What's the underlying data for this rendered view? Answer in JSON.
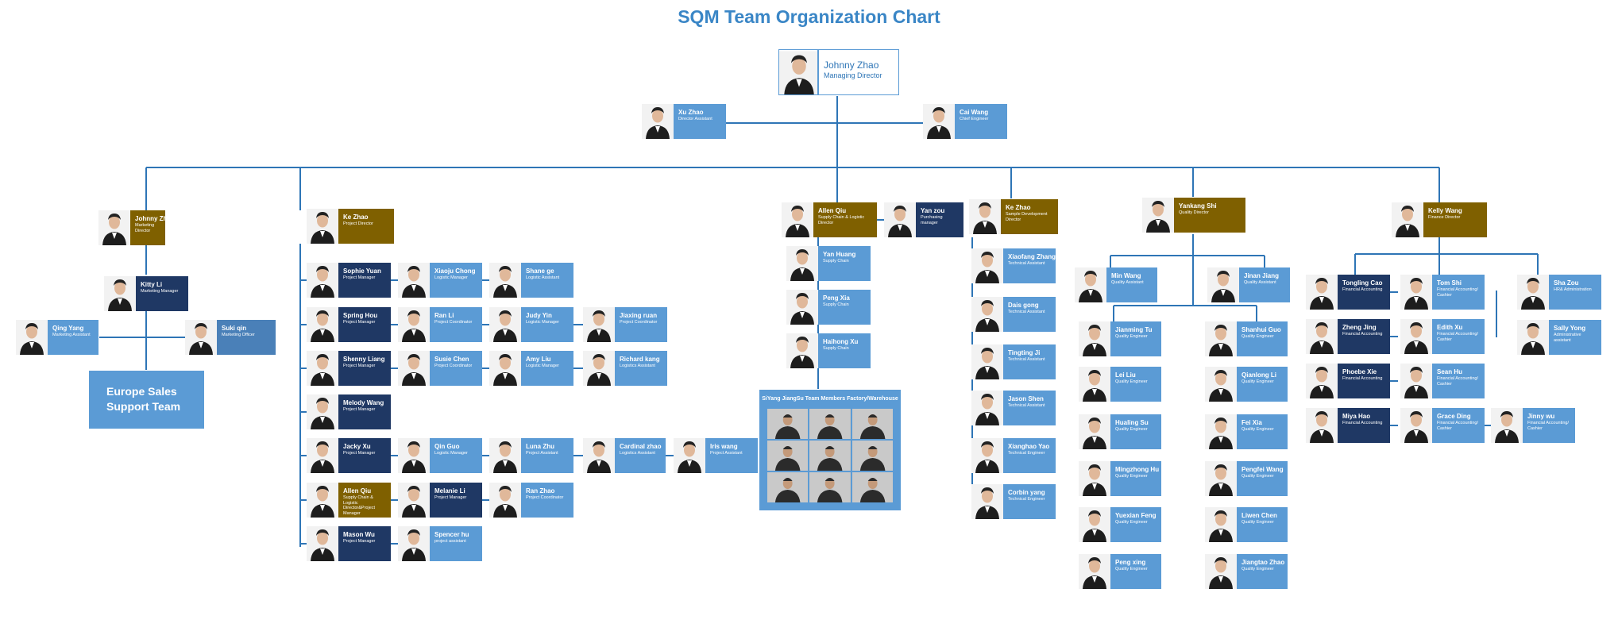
{
  "title": "SQM Team Organization Chart",
  "colors": {
    "blue": "#5b9bd5",
    "navy": "#1f3864",
    "gold": "#7f6000",
    "steel": "#4a80b8",
    "title": "#3a86c6",
    "line": "#2e75b6"
  },
  "europe_team": {
    "line1": "Europe Sales",
    "line2": "Support Team"
  },
  "factory": {
    "title": "SiYang JiangSu Team Members Factory/Warehouse",
    "photo_count": 9
  },
  "nodes": [
    {
      "id": "johnny-zhao-md",
      "name": "Johnny Zhao",
      "title": "Managing Director",
      "style": "ceo"
    },
    {
      "id": "xu-zhao",
      "name": "Xu Zhao",
      "title": "Director Assistant",
      "style": "blue"
    },
    {
      "id": "cai-wang",
      "name": "Cai Wang",
      "title": "Chief Engineer",
      "style": "blue"
    },
    {
      "id": "johnny-zhao-marketing",
      "name": "Johnny Zhao",
      "title": "Marketing Director",
      "style": "gold"
    },
    {
      "id": "kitty-li",
      "name": "Kitty Li",
      "title": "Marketing Manager",
      "style": "navy"
    },
    {
      "id": "qing-yang",
      "name": "Qing Yang",
      "title": "Marketing Assistant",
      "style": "blue"
    },
    {
      "id": "suki-qin",
      "name": "Suki qin",
      "title": "Marketing Officer",
      "style": "steel"
    },
    {
      "id": "ke-zhao-pd",
      "name": "Ke Zhao",
      "title": "Project Director",
      "style": "gold"
    },
    {
      "id": "sophie-yuan",
      "name": "Sophie Yuan",
      "title": "Project Manager",
      "style": "navy"
    },
    {
      "id": "xiaoju-chong",
      "name": "Xiaoju Chong",
      "title": "Logistic Manager",
      "style": "blue"
    },
    {
      "id": "shane-ge",
      "name": "Shane ge",
      "title": "Logistic Assistant",
      "style": "blue"
    },
    {
      "id": "spring-hou",
      "name": "Spring Hou",
      "title": "Project Manager",
      "style": "navy"
    },
    {
      "id": "ran-li",
      "name": "Ran Li",
      "title": "Project Coordinator",
      "style": "blue"
    },
    {
      "id": "judy-yin",
      "name": "Judy Yin",
      "title": "Logistic Manager",
      "style": "blue"
    },
    {
      "id": "jiaxing-ruan",
      "name": "Jiaxing ruan",
      "title": "Project Coordinator",
      "style": "blue"
    },
    {
      "id": "shenny-liang",
      "name": "Shenny Liang",
      "title": "Project Manager",
      "style": "navy"
    },
    {
      "id": "susie-chen",
      "name": "Susie Chen",
      "title": "Project Coordinator",
      "style": "blue"
    },
    {
      "id": "amy-liu",
      "name": "Amy Liu",
      "title": "Logistic Manager",
      "style": "blue"
    },
    {
      "id": "richard-kang",
      "name": "Richard kang",
      "title": "Logistics Assistant",
      "style": "blue"
    },
    {
      "id": "melody-wang",
      "name": "Melody Wang",
      "title": "Project Manager",
      "style": "navy"
    },
    {
      "id": "jacky-xu",
      "name": "Jacky Xu",
      "title": "Project Manager",
      "style": "navy"
    },
    {
      "id": "qin-guo",
      "name": "Qin Guo",
      "title": "Logistic Manager",
      "style": "blue"
    },
    {
      "id": "luna-zhu",
      "name": "Luna Zhu",
      "title": "Project Assistant",
      "style": "blue"
    },
    {
      "id": "cardinal-zhao",
      "name": "Cardinal zhao",
      "title": "Logistics Assistant",
      "style": "blue"
    },
    {
      "id": "iris-wang",
      "name": "Iris wang",
      "title": "Project Assistant",
      "style": "blue"
    },
    {
      "id": "allen-qiu-pm",
      "name": "Allen Qiu",
      "title": "Supply Chain & Logistic Director&Project Manager",
      "style": "gold"
    },
    {
      "id": "melanie-li",
      "name": "Melanie Li",
      "title": "Project Manager",
      "style": "navy"
    },
    {
      "id": "ran-zhao",
      "name": "Ran Zhao",
      "title": "Project Coordinator",
      "style": "blue"
    },
    {
      "id": "mason-wu",
      "name": "Mason Wu",
      "title": "Project Manager",
      "style": "navy"
    },
    {
      "id": "spencer-hu",
      "name": "Spencer hu",
      "title": "project assistant",
      "style": "blue"
    },
    {
      "id": "allen-qiu-sc",
      "name": "Allen Qiu",
      "title": "Supply Chain & Logistic Director",
      "style": "gold"
    },
    {
      "id": "yan-zou",
      "name": "Yan zou",
      "title": "Purchasing manager",
      "style": "navy"
    },
    {
      "id": "yan-huang",
      "name": "Yan Huang",
      "title": "Supply Chain",
      "style": "blue"
    },
    {
      "id": "peng-xia",
      "name": "Peng Xia",
      "title": "Supply Chain",
      "style": "blue"
    },
    {
      "id": "haihong-xu",
      "name": "Haihong Xu",
      "title": "Supply Chain",
      "style": "blue"
    },
    {
      "id": "ke-zhao-sd",
      "name": "Ke Zhao",
      "title": "Sample Development Director",
      "style": "gold"
    },
    {
      "id": "xiaofang-zhang",
      "name": "Xiaofang Zhang",
      "title": "Technical Assistant",
      "style": "blue"
    },
    {
      "id": "dais-gong",
      "name": "Dais gong",
      "title": "Technical Assistant",
      "style": "blue"
    },
    {
      "id": "tingting-ji",
      "name": "Tingting Ji",
      "title": "Technical Assistant",
      "style": "blue"
    },
    {
      "id": "jason-shen",
      "name": "Jason Shen",
      "title": "Technical Assistant",
      "style": "blue"
    },
    {
      "id": "xianghao-yao",
      "name": "Xianghao Yao",
      "title": "Technical Engineer",
      "style": "blue"
    },
    {
      "id": "corbin-yang",
      "name": "Corbin yang",
      "title": "Technical Engineer",
      "style": "blue"
    },
    {
      "id": "yankang-shi",
      "name": "Yankang Shi",
      "title": "Quality Director",
      "style": "gold"
    },
    {
      "id": "min-wang",
      "name": "Min Wang",
      "title": "Quality Assistant",
      "style": "blue"
    },
    {
      "id": "jinan-jiang",
      "name": "Jinan Jiang",
      "title": "Quality Assistant",
      "style": "blue"
    },
    {
      "id": "jianming-tu",
      "name": "Jianming Tu",
      "title": "Quality Engineer",
      "style": "blue"
    },
    {
      "id": "lei-liu",
      "name": "Lei Liu",
      "title": "Quality Engineer",
      "style": "blue"
    },
    {
      "id": "hualing-su",
      "name": "Hualing Su",
      "title": "Quality Engineer",
      "style": "blue"
    },
    {
      "id": "mingzhong-hu",
      "name": "Mingzhong Hu",
      "title": "Quality Engineer",
      "style": "blue"
    },
    {
      "id": "yuexian-feng",
      "name": "Yuexian Feng",
      "title": "Quality Engineer",
      "style": "blue"
    },
    {
      "id": "peng-xing",
      "name": "Peng xing",
      "title": "Quality Engineer",
      "style": "blue"
    },
    {
      "id": "shanhui-guo",
      "name": "Shanhui Guo",
      "title": "Quality Engineer",
      "style": "blue"
    },
    {
      "id": "qianlong-li",
      "name": "Qianlong Li",
      "title": "Quality Engineer",
      "style": "blue"
    },
    {
      "id": "fei-xia",
      "name": "Fei Xia",
      "title": "Quality Engineer",
      "style": "blue"
    },
    {
      "id": "pengfei-wang",
      "name": "Pengfei Wang",
      "title": "Quality Engineer",
      "style": "blue"
    },
    {
      "id": "liwen-chen",
      "name": "Liwen Chen",
      "title": "Quality Engineer",
      "style": "blue"
    },
    {
      "id": "jiangtao-zhao",
      "name": "Jiangtao Zhao",
      "title": "Quality Engineer",
      "style": "blue"
    },
    {
      "id": "kelly-wang",
      "name": "Kelly Wang",
      "title": "Finance Director",
      "style": "gold"
    },
    {
      "id": "tongling-cao",
      "name": "Tongling Cao",
      "title": "Financial Accounting",
      "style": "navy"
    },
    {
      "id": "tom-shi",
      "name": "Tom Shi",
      "title": "Financial Accounting/ Cashier",
      "style": "blue"
    },
    {
      "id": "zheng-jing",
      "name": "Zheng Jing",
      "title": "Financial Accounting",
      "style": "navy"
    },
    {
      "id": "edith-xu",
      "name": "Edith Xu",
      "title": "Financial Accounting/ Cashier",
      "style": "blue"
    },
    {
      "id": "phoebe-xie",
      "name": "Phoebe Xie",
      "title": "Financial Accounting",
      "style": "navy"
    },
    {
      "id": "sean-hu",
      "name": "Sean Hu",
      "title": "Financial Accounting/ Cashier",
      "style": "blue"
    },
    {
      "id": "miya-hao",
      "name": "Miya Hao",
      "title": "Financial Accounting",
      "style": "navy"
    },
    {
      "id": "grace-ding",
      "name": "Grace Ding",
      "title": "Financial Accounting/ Cashier",
      "style": "blue"
    },
    {
      "id": "jinny-wu",
      "name": "Jinny wu",
      "title": "Financial Accounting/ Cashier",
      "style": "blue"
    },
    {
      "id": "sha-zou",
      "name": "Sha Zou",
      "title": "HR& Administration",
      "style": "blue"
    },
    {
      "id": "sally-yong",
      "name": "Sally Yong",
      "title": "Administrative assistant",
      "style": "blue"
    }
  ]
}
